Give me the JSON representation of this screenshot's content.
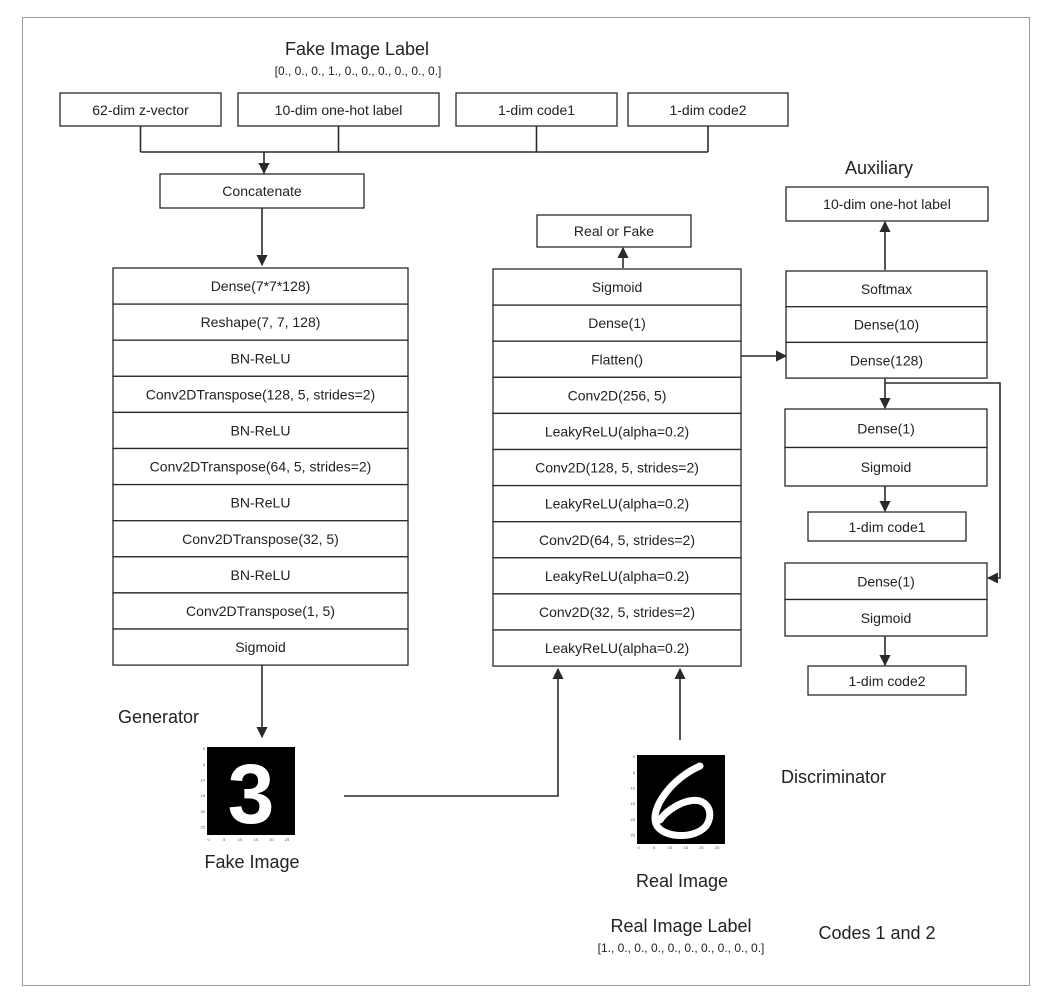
{
  "fake_label": {
    "title": "Fake Image Label",
    "vector": "[0., 0., 0., 1., 0., 0., 0., 0., 0., 0.]"
  },
  "inputs": [
    "62-dim z-vector",
    "10-dim one-hot label",
    "1-dim code1",
    "1-dim code2"
  ],
  "concatenate": "Concatenate",
  "generator": {
    "title": "Generator",
    "layers": [
      "Dense(7*7*128)",
      "Reshape(7, 7, 128)",
      "BN-ReLU",
      "Conv2DTranspose(128, 5, strides=2)",
      "BN-ReLU",
      "Conv2DTranspose(64, 5, strides=2)",
      "BN-ReLU",
      "Conv2DTranspose(32, 5)",
      "BN-ReLU",
      "Conv2DTranspose(1, 5)",
      "Sigmoid"
    ]
  },
  "discriminator": {
    "title": "Discriminator",
    "output": "Real or Fake",
    "layers": [
      "Sigmoid",
      "Dense(1)",
      "Flatten()",
      "Conv2D(256, 5)",
      "LeakyReLU(alpha=0.2)",
      "Conv2D(128, 5, strides=2)",
      "LeakyReLU(alpha=0.2)",
      "Conv2D(64, 5, strides=2)",
      "LeakyReLU(alpha=0.2)",
      "Conv2D(32, 5, strides=2)",
      "LeakyReLU(alpha=0.2)"
    ]
  },
  "auxiliary": {
    "title": "Auxiliary",
    "output": "10-dim one-hot label",
    "layers": [
      "Softmax",
      "Dense(10)",
      "Dense(128)"
    ]
  },
  "code1_head": {
    "layers": [
      "Dense(1)",
      "Sigmoid"
    ],
    "output": "1-dim code1"
  },
  "code2_head": {
    "layers": [
      "Dense(1)",
      "Sigmoid"
    ],
    "output": "1-dim code2"
  },
  "fake_image": {
    "caption": "Fake Image",
    "digit": "3"
  },
  "real_image": {
    "caption": "Real Image",
    "digit": "6"
  },
  "real_label": {
    "title": "Real Image Label",
    "vector": "[1., 0., 0., 0., 0., 0., 0., 0., 0., 0.]"
  },
  "codes_label": "Codes 1 and 2",
  "image_ticks": [
    "0",
    "5",
    "10",
    "15",
    "20",
    "25"
  ]
}
